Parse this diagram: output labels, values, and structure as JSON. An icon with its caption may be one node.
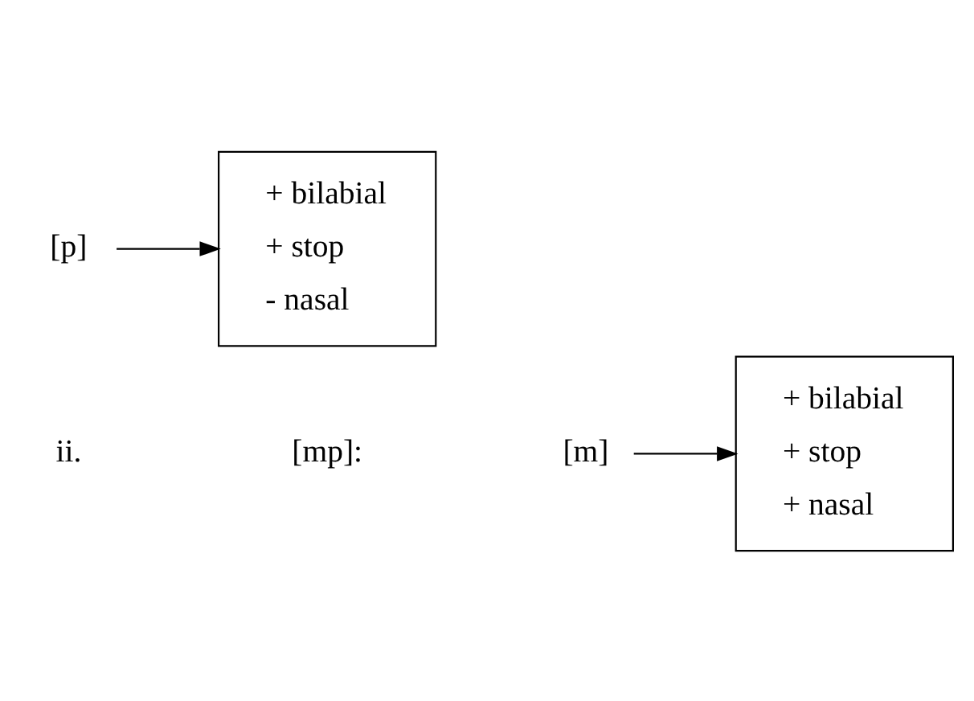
{
  "diagram": {
    "nodes": [
      {
        "text": [
          "[m]"
        ]
      },
      {
        "text": [
          "+ bilabial",
          "+ stop",
          "+ nasal"
        ]
      },
      {
        "text": [
          "[p]"
        ]
      },
      {
        "text": [
          "+ bilabial",
          "+ stop",
          "- nasal"
        ]
      }
    ],
    "edges": [
      {
        "from": 0,
        "to": 1,
        "arrow": "to"
      },
      {
        "from": 2,
        "to": 3,
        "arrow": "to"
      }
    ],
    "labels": [
      "ii.",
      "[mp]:"
    ]
  }
}
